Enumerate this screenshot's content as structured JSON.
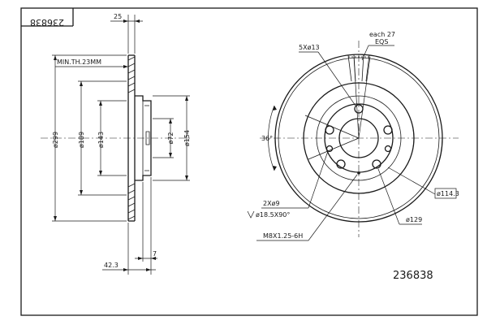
{
  "part_number": "236838",
  "part_number_mirrored": "236838",
  "side_view": {
    "width_top": "25",
    "min_thickness": "MIN.TH.23MM",
    "diameter_outer": "ø299",
    "diameter_inner_face": "ø189",
    "diameter_hub": "ø143",
    "diameter_center_bore": "ø72",
    "diameter_hub_face": "ø154",
    "height_total": "42.3",
    "hub_offset": "7"
  },
  "front_view": {
    "bolt_holes": "5Xø13",
    "each_angle": "each 27",
    "eqs": "EQS",
    "angle": "36°",
    "small_holes": "2Xø9",
    "countersink": "ø18.5X90°",
    "thread": "M8X1.25-6H",
    "pcd": "ø114.3",
    "pitch_circle": "ø129"
  }
}
